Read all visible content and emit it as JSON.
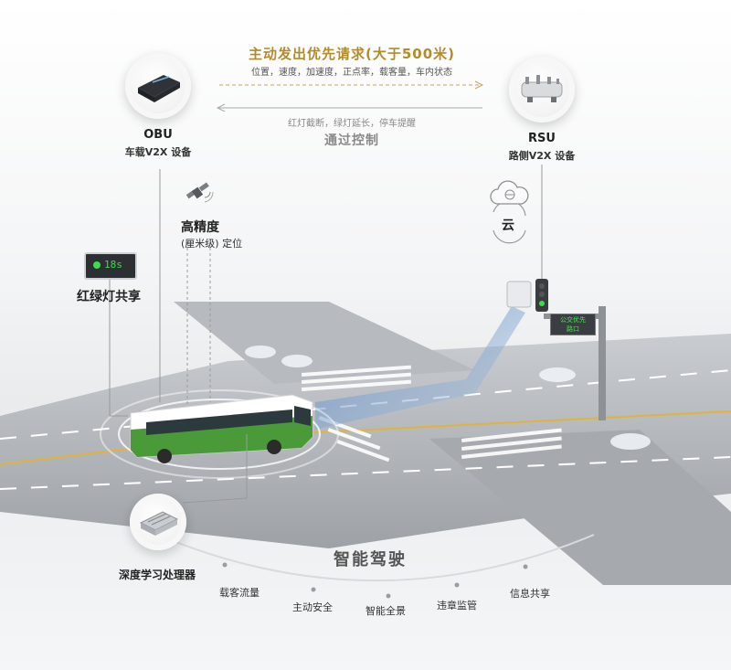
{
  "header": {
    "request_title": "主动发出优先请求(大于500米)",
    "request_detail": "位置，速度，加速度，正点率，载客量，车内状态",
    "control_detail": "红灯截断，绿灯延长，停车提醒",
    "control_title": "通过控制"
  },
  "obu": {
    "name": "OBU",
    "desc": "车载V2X 设备"
  },
  "rsu": {
    "name": "RSU",
    "desc": "路侧V2X 设备"
  },
  "gps": {
    "title": "高精度",
    "desc": "(厘米级) 定位"
  },
  "cloud": {
    "label": "云"
  },
  "traffic_light": {
    "title": "红绿灯共享",
    "display": "18s"
  },
  "sign": {
    "line1": "公交优先",
    "line2": "路口"
  },
  "processor": {
    "label": "深度学习处理器"
  },
  "smart": {
    "title": "智能驾驶",
    "items": [
      "载客流量",
      "主动安全",
      "智能全景",
      "违章监管",
      "信息共享"
    ]
  },
  "colors": {
    "gold": "#b58b2a",
    "bus_green": "#4a9a3a",
    "road": "#9a9ea3",
    "beam": "#7fa9d6"
  }
}
